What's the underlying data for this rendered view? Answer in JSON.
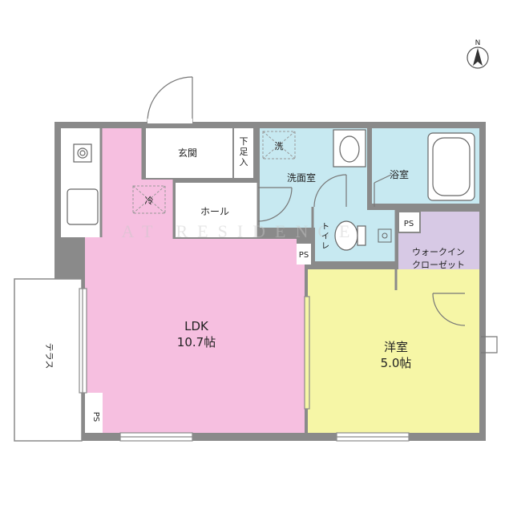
{
  "compass": {
    "letter": "N"
  },
  "watermark": "AT RESIDENCE",
  "rooms": {
    "ldk": {
      "name": "LDK",
      "size": "10.7帖"
    },
    "western": {
      "name": "洋室",
      "size": "5.0帖"
    },
    "entrance": {
      "name": "玄関"
    },
    "shoe_box": {
      "chars": [
        "下",
        "足",
        "入"
      ]
    },
    "hall": {
      "name": "ホール"
    },
    "washroom": {
      "name": "洗面室"
    },
    "washer": {
      "name": "洗"
    },
    "bathroom": {
      "name": "浴室"
    },
    "toilet": {
      "chars": [
        "ト",
        "イ",
        "レ"
      ]
    },
    "walk_in": {
      "line1": "ウォークイン",
      "line2": "クローゼット"
    },
    "terrace": {
      "name": "テラス"
    },
    "fridge": {
      "name": "冷"
    },
    "ps_labels": [
      "PS",
      "PS",
      "PS"
    ]
  },
  "colors": {
    "ldk": "#f6bfe0",
    "western": "#f6f6a6",
    "wet": "#c7e9f1",
    "closet": "#d7c9e5",
    "wall": "#8a8a8a",
    "fixture": "#666666"
  }
}
